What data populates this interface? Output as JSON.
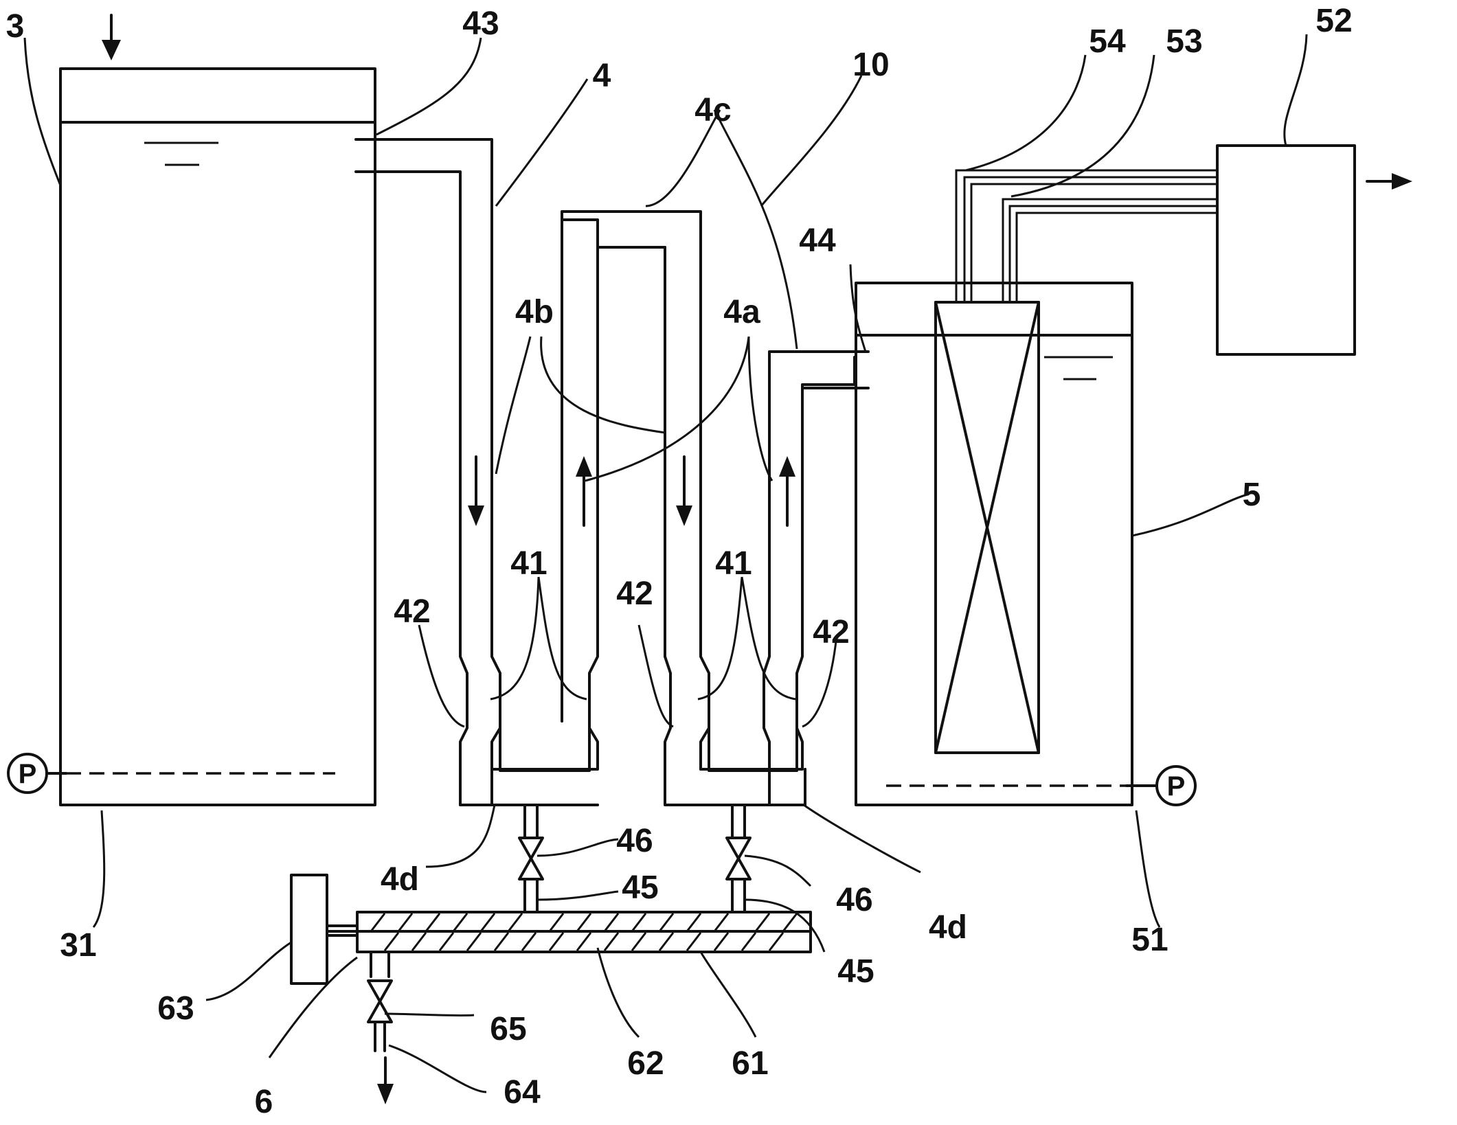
{
  "labels": {
    "n3": "3",
    "n43": "43",
    "n4": "4",
    "n4c": "4c",
    "n10": "10",
    "n54": "54",
    "n53": "53",
    "n52": "52",
    "n44": "44",
    "n4b": "4b",
    "n4a_top": "4a",
    "n5": "5",
    "n41_left": "41",
    "n41_right": "41",
    "n42_a": "42",
    "n42_b": "42",
    "n42_c": "42",
    "n4d_left": "4d",
    "n46_left": "46",
    "n45_left": "45",
    "n46_right": "46",
    "n45_right": "45",
    "n4d_right": "4d",
    "n31": "31",
    "n51": "51",
    "n63": "63",
    "n65": "65",
    "n6": "6",
    "n64": "64",
    "n62": "62",
    "n61": "61"
  },
  "pump_symbol": "P"
}
